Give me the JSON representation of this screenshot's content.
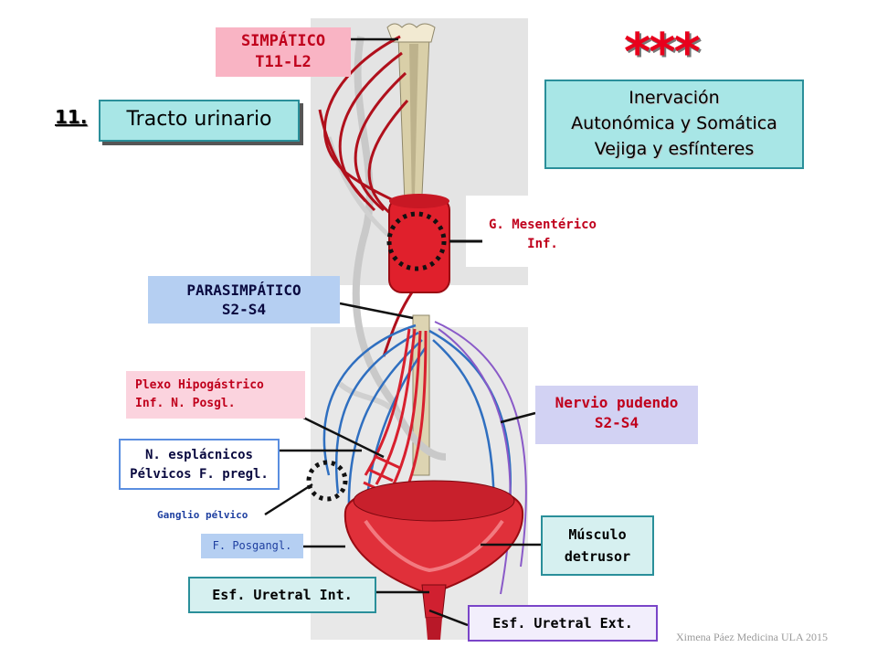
{
  "section": {
    "number": "11.",
    "title": "Tracto urinario"
  },
  "stars": "***",
  "autonomic_box": {
    "lines": [
      "Inervación",
      "Autonómica y Somática",
      "Vejiga y esfínteres"
    ]
  },
  "labels": {
    "sympathetic": {
      "line1": "SIMPÁTICO",
      "line2": "T11-L2"
    },
    "mesenteric": {
      "line1": "G. Mesentérico",
      "line2": "Inf."
    },
    "parasympathetic": {
      "line1": "PARASIMPÁTICO",
      "line2": "S2-S4"
    },
    "plexus": {
      "line1": "Plexo Hipogástrico",
      "line2": "Inf. N. Posgl."
    },
    "pudendal": {
      "line1": "Nervio pudendo",
      "line2": "S2-S4"
    },
    "splanchnic": {
      "line1": "N. esplácnicos",
      "line2": "Pélvicos F. pregl."
    },
    "ganglion": "Ganglio pélvico",
    "postganglionic": "F. Posgangl.",
    "detrusor": {
      "line1": "Músculo",
      "line2": "detrusor"
    },
    "int_sphincter": "Esf. Uretral Int.",
    "ext_sphincter": "Esf. Uretral Ext."
  },
  "credit": "Ximena Páez Medicina ULA 2015",
  "colors": {
    "sympathetic_fibers": "#b0101c",
    "parasympathetic_fibers": "#2f6fc0",
    "pudendal_fibers": "#8a5ac8",
    "bladder": "#e0303a",
    "ganglion_bundle": "#d8202e"
  }
}
